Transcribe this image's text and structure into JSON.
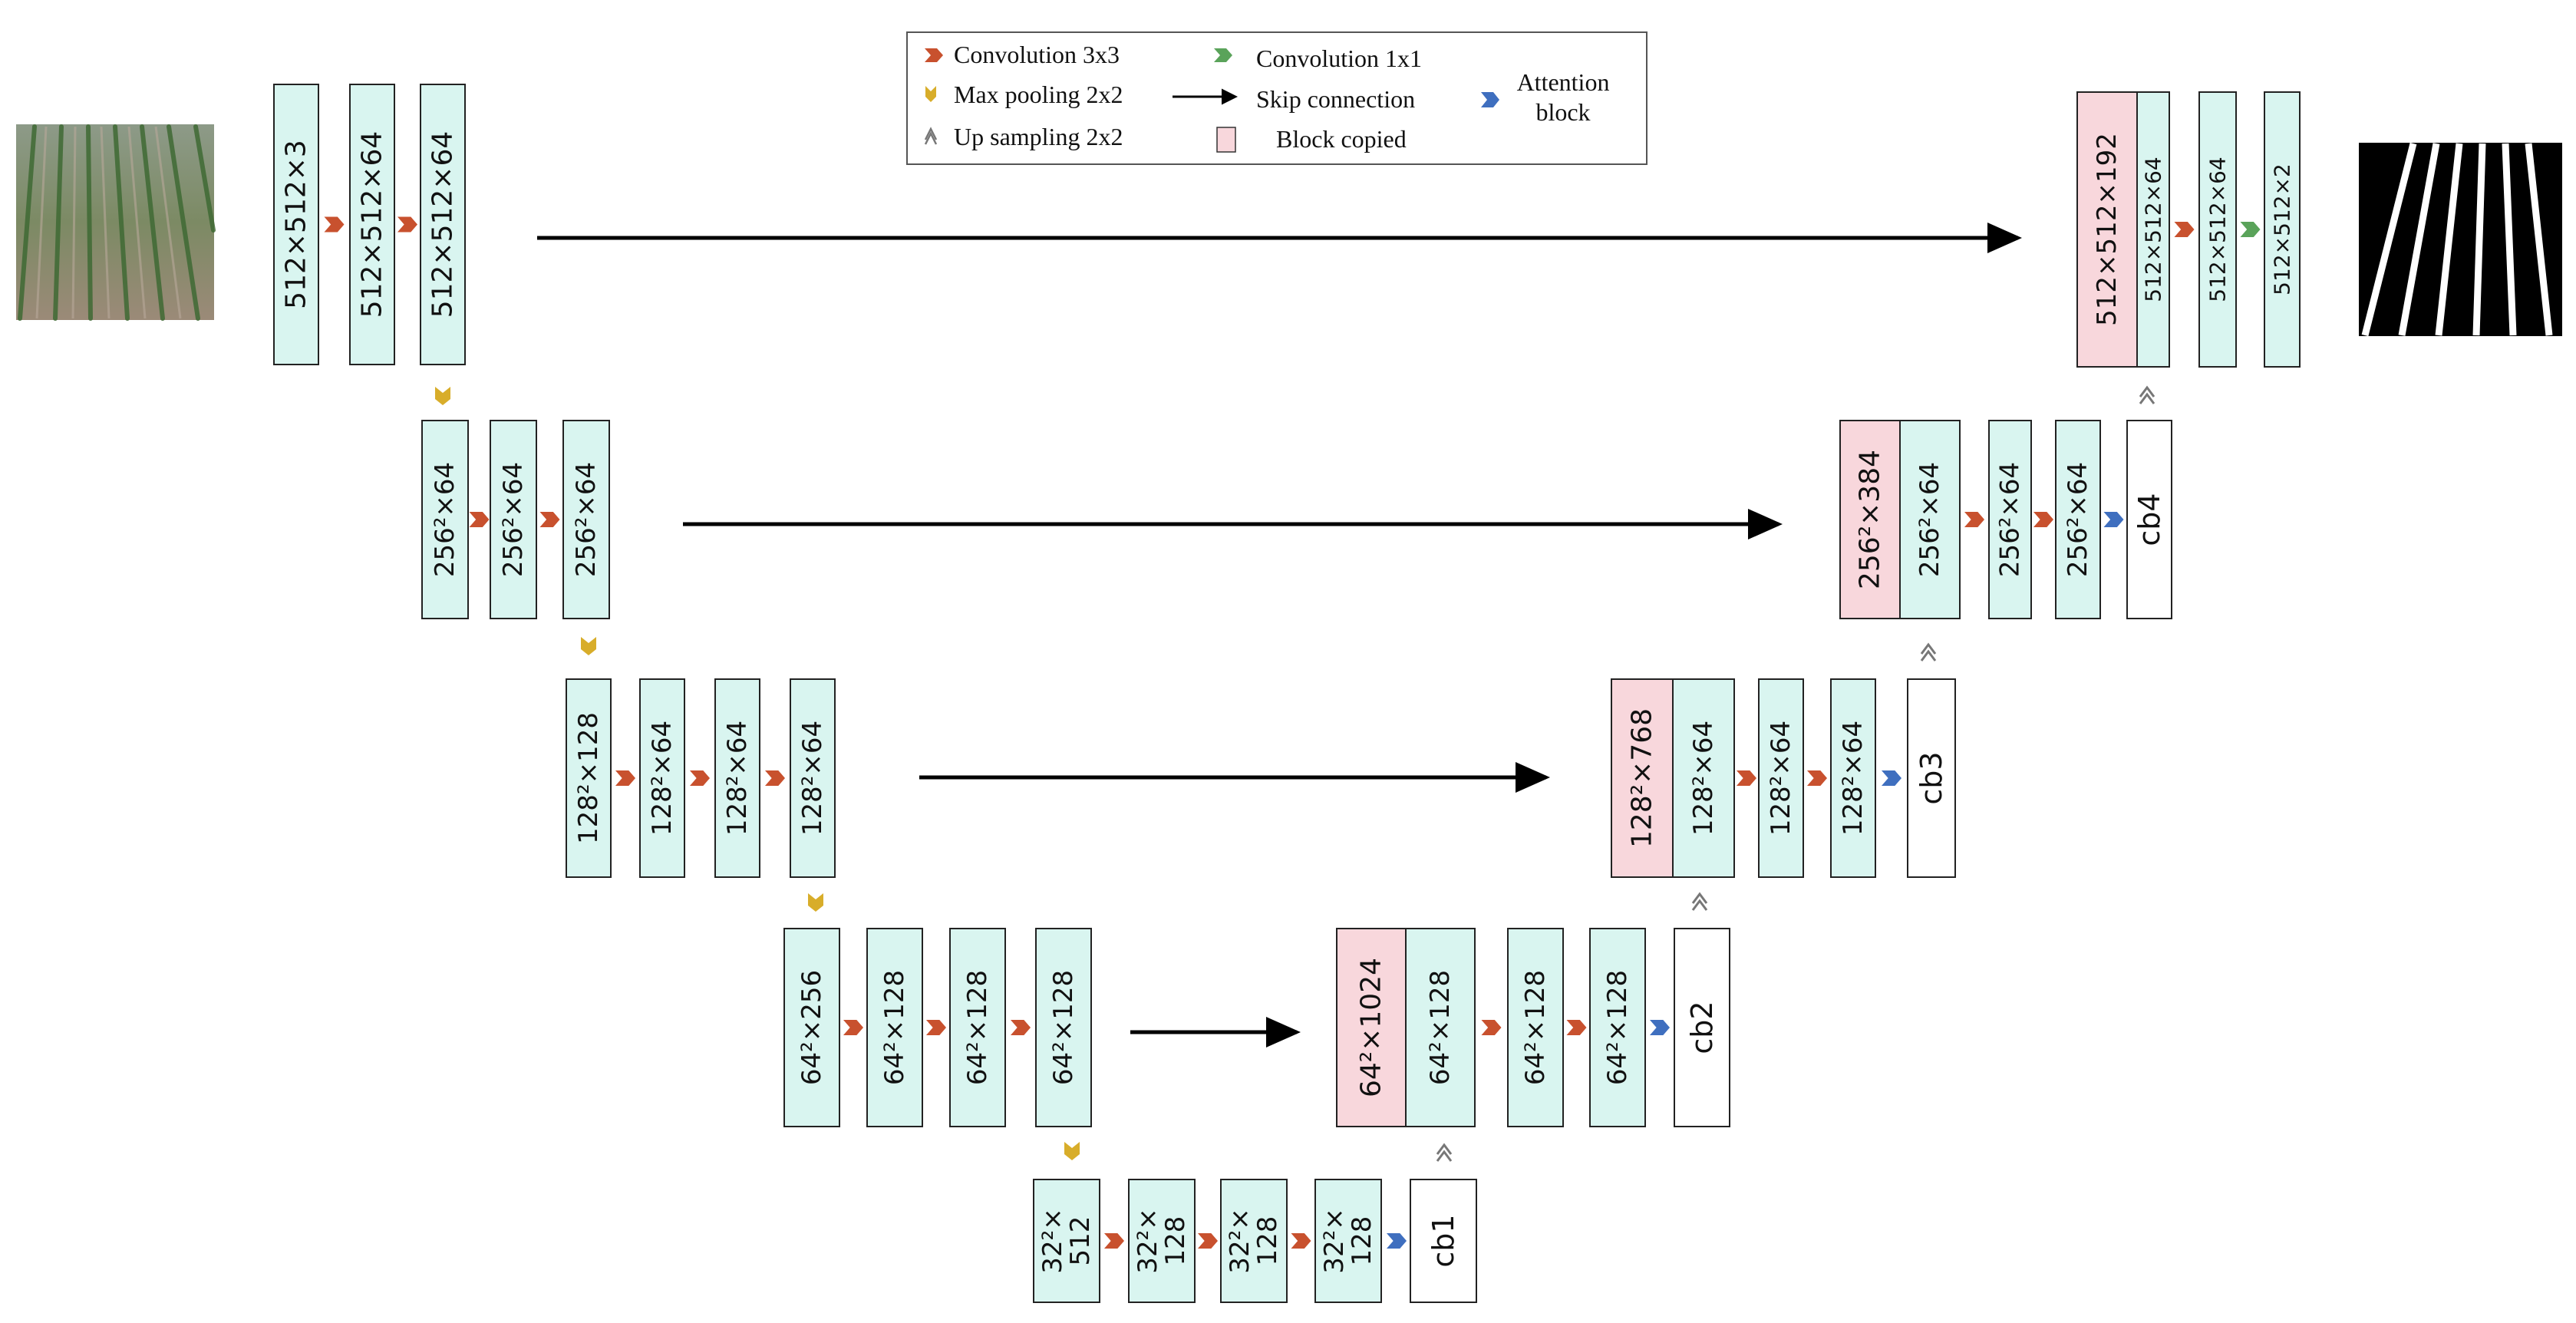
{
  "legend": {
    "conv3": "Convolution 3x3",
    "conv1": "Convolution 1x1",
    "maxpool": "Max pooling 2x2",
    "skip": "Skip connection",
    "attention_line1": "Attention",
    "attention_line2": "block",
    "upsample": "Up sampling 2x2",
    "copied": "Block copied"
  },
  "colors": {
    "feature_block": "#d9f5f0",
    "copied_block": "#f8d7dc",
    "attention_block": "#ffffff",
    "conv3": "#c8512e",
    "conv1": "#5aa35a",
    "maxpool": "#d8ad2a",
    "upsample": "#8a8a8a",
    "attention": "#3f6fbf"
  },
  "icons": {
    "conv3": "red-chevron-right-icon",
    "conv1": "green-chevron-right-icon",
    "maxpool": "gold-chevron-down-icon",
    "upsample": "grey-chevron-up-icon",
    "attention": "blue-chevron-right-icon",
    "skip": "arrow-right-icon",
    "input": "field-crop-photo",
    "output": "crop-row-mask"
  },
  "encoder": [
    [
      "512×512×3",
      "512×512×64",
      "512×512×64"
    ],
    [
      "256²×64",
      "256²×64",
      "256²×64"
    ],
    [
      "128²×128",
      "128²×64",
      "128²×64",
      "128²×64"
    ],
    [
      "64²×256",
      "64²×128",
      "64²×128",
      "64²×128"
    ]
  ],
  "bottleneck": [
    [
      "32²×",
      "512"
    ],
    [
      "32²×",
      "128"
    ],
    [
      "32²×",
      "128"
    ],
    [
      "32²×",
      "128"
    ]
  ],
  "decoder": [
    {
      "copied": "64²×1024",
      "blocks": [
        "64²×128",
        "64²×128",
        "64²×128"
      ],
      "attention": "cb2"
    },
    {
      "copied": "128²×768",
      "blocks": [
        "128²×64",
        "128²×64",
        "128²×64"
      ],
      "attention": "cb3"
    },
    {
      "copied": "256²×384",
      "blocks": [
        "256²×64",
        "256²×64",
        "256²×64"
      ],
      "attention": "cb4"
    },
    {
      "copied": "512×512×192",
      "blocks": [
        "512×512×64",
        "512×512×64",
        "512×512×2"
      ]
    }
  ],
  "bottleneck_attention": "cb1"
}
